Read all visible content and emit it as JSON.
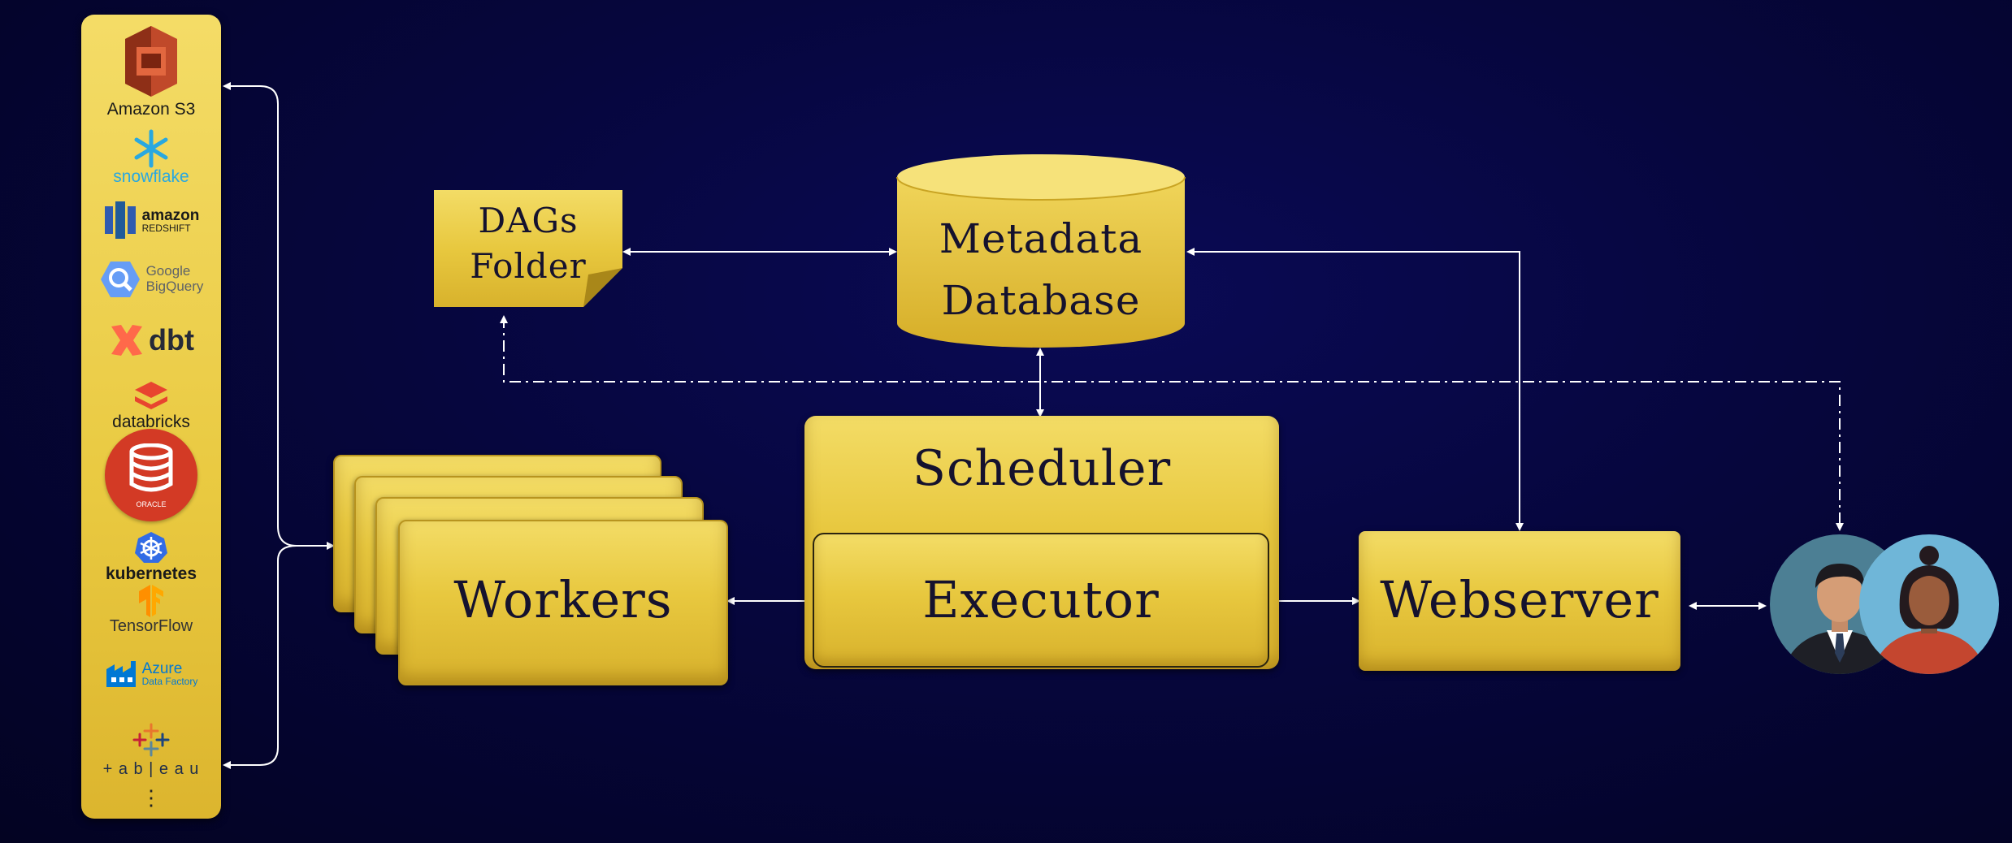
{
  "diagram": {
    "boxes": {
      "dags_folder": {
        "line1": "DAGs",
        "line2": "Folder"
      },
      "metadata_db": {
        "line1": "Metadata",
        "line2": "Database"
      },
      "scheduler": "Scheduler",
      "executor": "Executor",
      "workers": "Workers",
      "webserver": "Webserver"
    },
    "tools": {
      "s3": "Amazon S3",
      "snowflake": "snowflake",
      "redshift_1": "amazon",
      "redshift_2": "REDSHIFT",
      "bigquery_1": "Google",
      "bigquery_2": "BigQuery",
      "dbt": "dbt",
      "databricks": "databricks",
      "oracle": "ORACLE",
      "kubernetes": "kubernetes",
      "tensorflow": "TensorFlow",
      "azure_1": "Azure",
      "azure_2": "Data Factory",
      "tableau": "+ a b | e a u",
      "more": "⋮"
    },
    "colors": {
      "background": "#06063d",
      "box_gold": "#e8c83f",
      "box_text": "#15122e",
      "connector": "#ffffff"
    }
  }
}
